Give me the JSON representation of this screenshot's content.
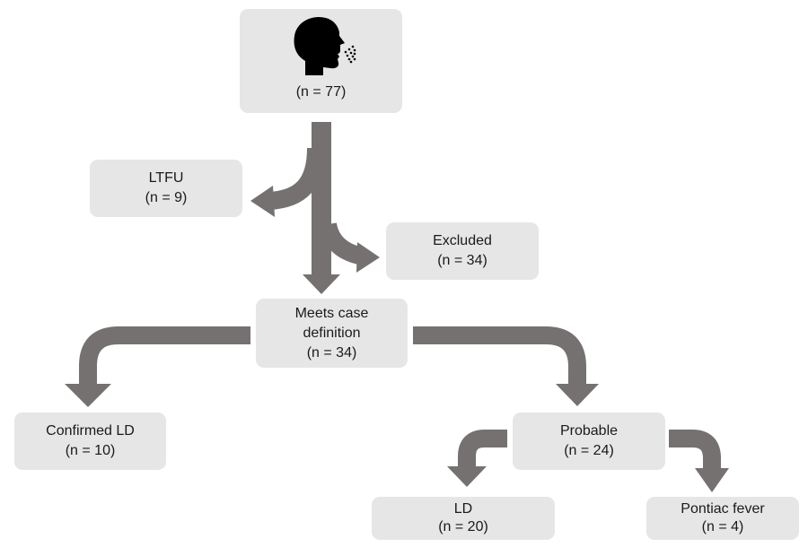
{
  "nodes": {
    "start": {
      "label": "(n = 77)",
      "icon": "person-coughing-icon"
    },
    "ltfu": {
      "line1": "LTFU",
      "line2": "(n = 9)"
    },
    "excluded": {
      "line1": "Excluded",
      "line2": "(n = 34)"
    },
    "meets": {
      "line1": "Meets case",
      "line2": "definition",
      "line3": "(n = 34)"
    },
    "confirmed": {
      "line1": "Confirmed LD",
      "line2": "(n = 10)"
    },
    "probable": {
      "line1": "Probable",
      "line2": "(n = 24)"
    },
    "ld": {
      "line1": "LD",
      "line2": "(n = 20)"
    },
    "pontiac": {
      "line1": "Pontiac fever",
      "line2": "(n = 4)"
    }
  },
  "colors": {
    "box": "#e6e6e6",
    "arrow": "#767171",
    "icon": "#000000"
  }
}
